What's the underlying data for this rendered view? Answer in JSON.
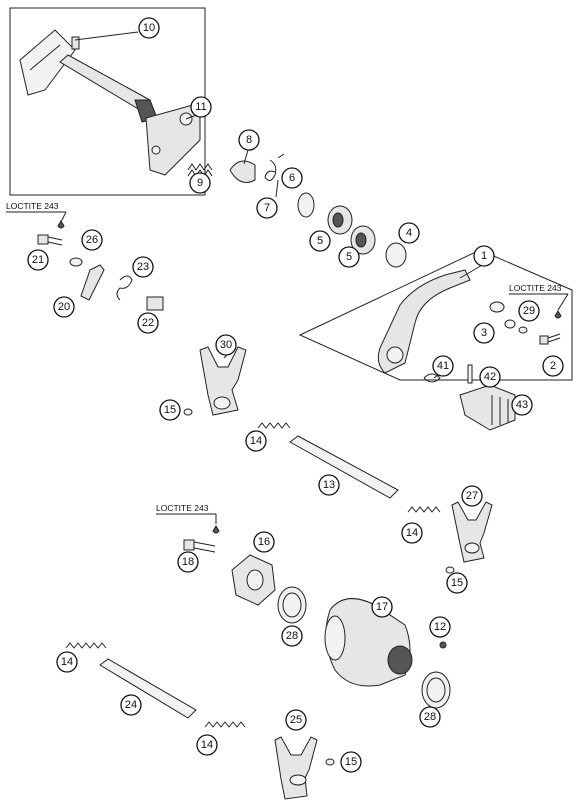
{
  "labels": {
    "loctite": "LOCTITE 243"
  },
  "callouts": [
    "10",
    "11",
    "8",
    "9",
    "6",
    "7",
    "5",
    "5",
    "4",
    "1",
    "26",
    "21",
    "23",
    "20",
    "22",
    "3",
    "29",
    "2",
    "30",
    "41",
    "42",
    "43",
    "15",
    "14",
    "13",
    "27",
    "16",
    "14",
    "18",
    "17",
    "12",
    "15",
    "28",
    "28",
    "14",
    "24",
    "14",
    "25",
    "15"
  ]
}
